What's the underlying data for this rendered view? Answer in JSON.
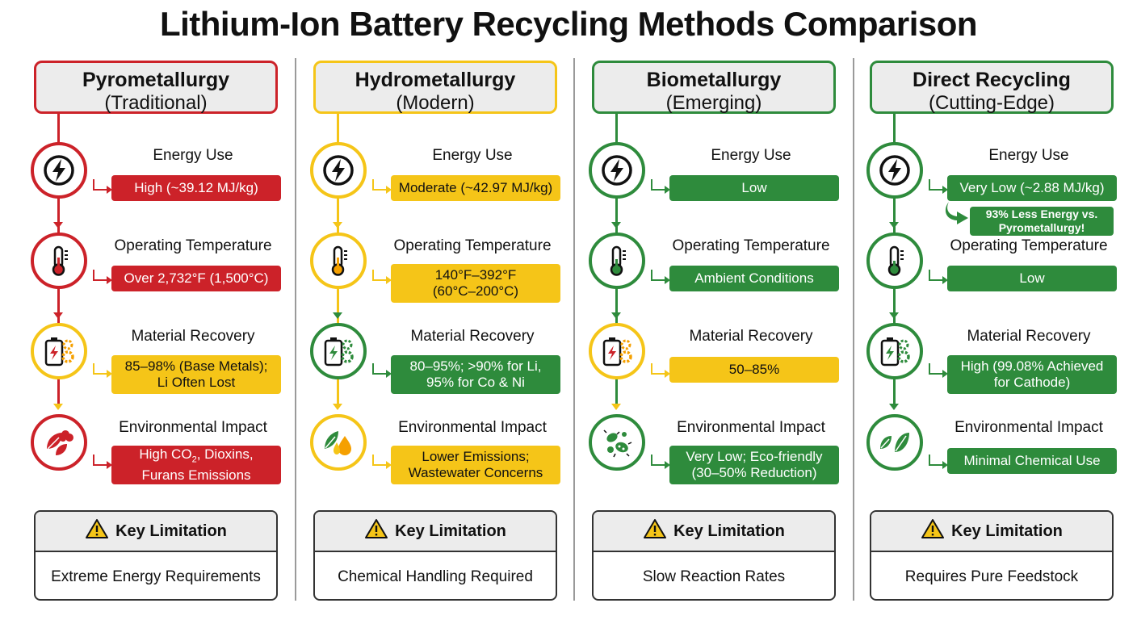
{
  "title": "Lithium-Ion Battery Recycling Methods Comparison",
  "colors": {
    "red": "#cc2229",
    "yellow": "#f5c518",
    "green": "#2e8b3c"
  },
  "labels": {
    "energy": "Energy Use",
    "temperature": "Operating Temperature",
    "recovery": "Material Recovery",
    "impact": "Environmental Impact",
    "limitation": "Key Limitation"
  },
  "methods": [
    {
      "name": "Pyrometallurgy",
      "type": "(Traditional)",
      "energy": "High (~39.12 MJ/kg)",
      "temperature": "Over 2,732°F (1,500°C)",
      "recovery": [
        "85–98% (Base Metals);",
        "Li Often Lost"
      ],
      "impact_pre": "High CO",
      "impact_sub": "2",
      "impact_post": ", Dioxins,",
      "impact_line2": "Furans Emissions",
      "limitation": "Extreme Energy Requirements"
    },
    {
      "name": "Hydrometallurgy",
      "type": "(Modern)",
      "energy": "Moderate (~42.97 MJ/kg)",
      "temperature": [
        "140°F–392°F",
        "(60°C–200°C)"
      ],
      "recovery": [
        "80–95%; >90% for Li,",
        "95% for Co & Ni"
      ],
      "impact": [
        "Lower Emissions;",
        "Wastewater Concerns"
      ],
      "limitation": "Chemical Handling Required"
    },
    {
      "name": "Biometallurgy",
      "type": "(Emerging)",
      "energy": "Low",
      "temperature": "Ambient Conditions",
      "recovery": "50–85%",
      "impact": [
        "Very Low; Eco-friendly",
        "(30–50% Reduction)"
      ],
      "limitation": "Slow Reaction Rates"
    },
    {
      "name": "Direct Recycling",
      "type": "(Cutting-Edge)",
      "energy": "Very Low (~2.88 MJ/kg)",
      "callout": [
        "93% Less Energy vs.",
        "Pyrometallurgy!"
      ],
      "temperature": "Low",
      "recovery": [
        "High (99.08% Achieved",
        "for Cathode)"
      ],
      "impact": "Minimal Chemical Use",
      "limitation": "Requires Pure Feedstock"
    }
  ],
  "icons": [
    "lightning-icon",
    "thermometer-icon",
    "battery-gear-icon",
    "leaf-icon",
    "bacteria-icon",
    "warning-icon"
  ]
}
